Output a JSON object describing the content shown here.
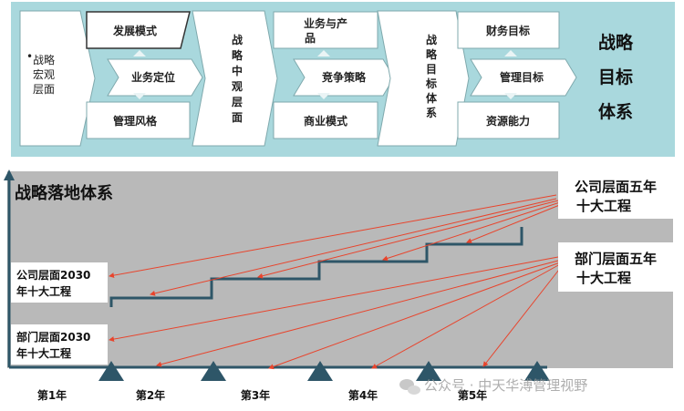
{
  "top": {
    "col1": {
      "bullet": "•",
      "lines": [
        "战略",
        "宏观",
        "层面"
      ]
    },
    "col2": [
      "发展模式",
      "业务定位",
      "管理风格"
    ],
    "col3": [
      "战",
      "略",
      "中",
      "观",
      "层",
      "面"
    ],
    "col4": [
      "业务与产",
      "品",
      "竞争策略",
      "商业模式"
    ],
    "col5": [
      "战",
      "略",
      "目",
      "标",
      "体",
      "系"
    ],
    "col6": [
      "财务目标",
      "管理目标",
      "资源能力"
    ],
    "col7": [
      "战略",
      "目标",
      "体系"
    ]
  },
  "bottom": {
    "title": "战略落地体系",
    "callout_company_line1": "公司层面五年",
    "callout_company_line2": "十大工程",
    "callout_dept_line1": "部门层面五年",
    "callout_dept_line2": "十大工程",
    "label_company_line1": "公司层面2030",
    "label_company_line2": "年十大工程",
    "label_dept_line1": "部门层面2030",
    "label_dept_line2": "年十大工程",
    "years": [
      "第1年",
      "第2年",
      "第3年",
      "第4年",
      "第5年"
    ]
  },
  "watermark": "公众号 · 中天华溥管理视野",
  "colors": {
    "top_bg": "#a9d8dd",
    "bottom_bg": "#b9b9b9",
    "axis": "#2e5668",
    "step": "#2e5668",
    "arrow": "#e8442c"
  }
}
